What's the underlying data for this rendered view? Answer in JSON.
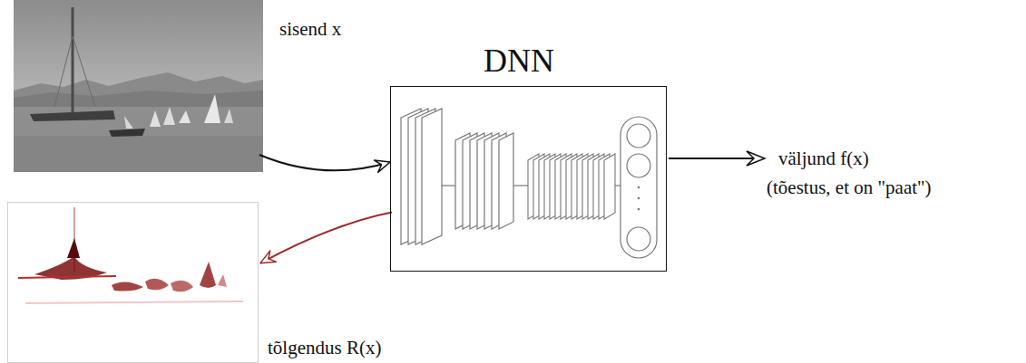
{
  "diagram": {
    "nodes": [
      {
        "text": [
          "sisend x"
        ]
      },
      {
        "text": [
          "DNN"
        ]
      },
      {
        "text": [
          "tõlgendus R(x)"
        ]
      }
    ],
    "edges": [
      {
        "from": 0,
        "to": 1,
        "arrow": "to"
      },
      {
        "from": 1,
        "to": 2,
        "arrow": "to"
      }
    ],
    "labels": [
      "väljund f(x)",
      "(tõestus, et on \"paat\")"
    ]
  }
}
